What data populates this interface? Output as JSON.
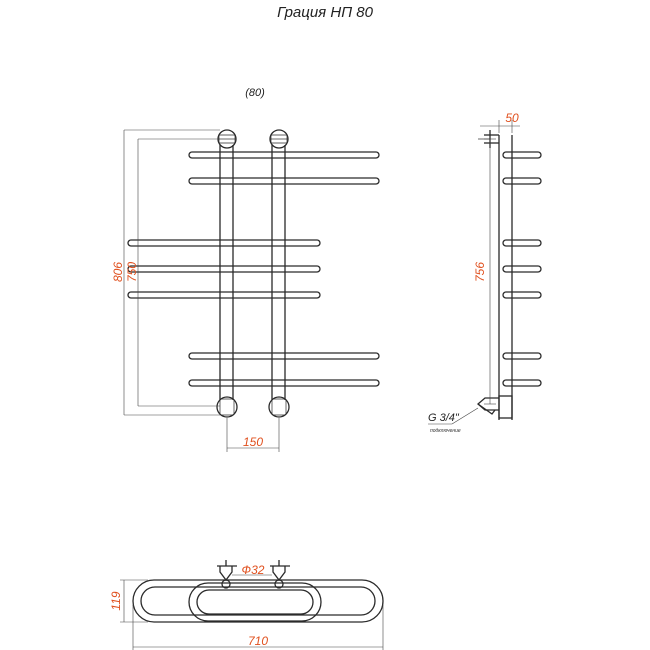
{
  "title": "Грация НП 80",
  "variant_label": "(80)",
  "front_view": {
    "dim_height_outer": "806",
    "dim_height_inner": "750",
    "dim_width_centers": "150"
  },
  "side_view": {
    "dim_depth": "50",
    "dim_height": "756",
    "thread_label": "G 3/4\"",
    "thread_note": "подключение"
  },
  "top_view": {
    "dim_diameter": "Ф32",
    "dim_depth": "119",
    "dim_width": "710"
  }
}
